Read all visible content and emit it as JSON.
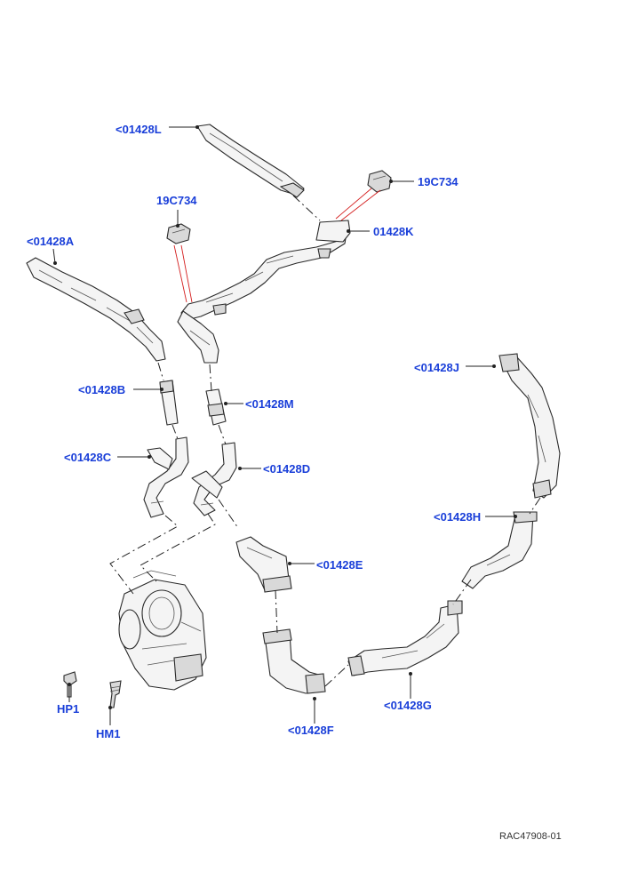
{
  "diagram": {
    "callouts": {
      "l": "<01428L",
      "a": "<01428A",
      "b": "<01428B",
      "c": "<01428C",
      "d": "<01428D",
      "e": "<01428E",
      "f": "<01428F",
      "g": "<01428G",
      "h": "<01428H",
      "j": "<01428J",
      "k": "01428K",
      "m": "<01428M",
      "sensor_left": "19C734",
      "sensor_right": "19C734",
      "hp1": "HP1",
      "hm1": "HM1"
    },
    "reference": "RAC47908-01",
    "colors": {
      "callout": "#1a3fd9",
      "leader_red": "#d42020",
      "line": "#222222"
    }
  }
}
